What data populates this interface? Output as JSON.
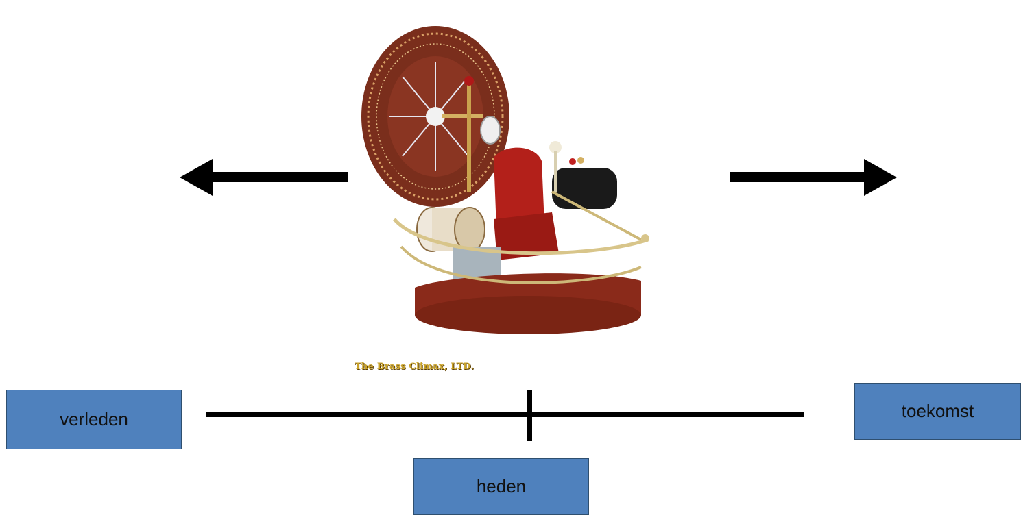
{
  "labels": {
    "past": "verleden",
    "present": "heden",
    "future": "toekomst"
  },
  "image": {
    "subject": "time-machine",
    "caption": "The Brass Climax, LTD."
  },
  "colors": {
    "box_fill": "#4f81bd",
    "line": "#000000",
    "caption": "#c9a227"
  }
}
